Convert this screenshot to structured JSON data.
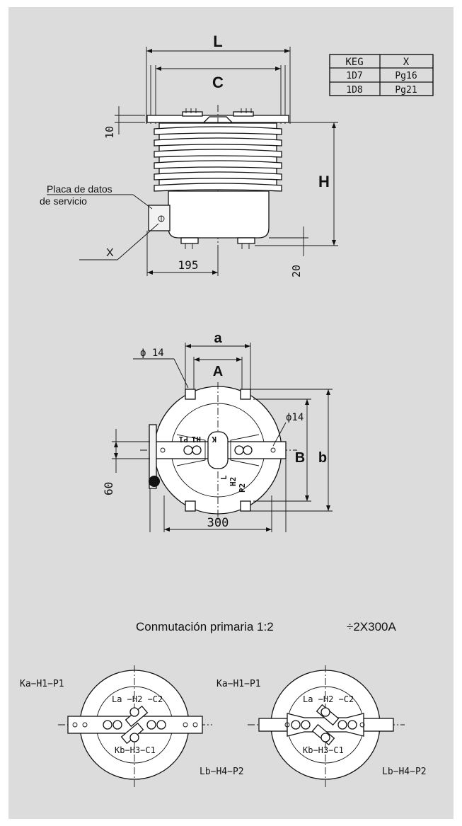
{
  "views": {
    "side": {
      "dim_L": "L",
      "dim_C": "C",
      "dim_H": "H",
      "dim_10": "10",
      "dim_20": "20",
      "dim_195": "195",
      "nameplate_label_line1": "Placa de datos",
      "nameplate_label_line2": "de servicio",
      "x_label": "X"
    },
    "top": {
      "dim_a": "a",
      "dim_A": "A",
      "dim_B": "B",
      "dim_b": "b",
      "dia_left": "ϕ 14",
      "dia_right": "ϕ14",
      "dim_60": "60",
      "dim_300": "300",
      "terminal_top_1": "P1",
      "terminal_top_2": "H1",
      "terminal_top_3": "K",
      "terminal_bot_1": "L",
      "terminal_bot_2": "H2",
      "terminal_bot_3": "P2"
    },
    "switching": {
      "title": "Conmutación primaria  1:2",
      "rating": "÷2X300A",
      "left_ka": "Ka−H1−P1",
      "left_la": "La −H2 −C2",
      "left_kb": "Kb−H3−C1",
      "left_lb": "Lb−H4−P2",
      "right_ka": "Ka−H1−P1",
      "right_la": "La −H2 −C2",
      "right_kb": "Kb−H3−C1",
      "right_lb": "Lb−H4−P2"
    }
  },
  "table": {
    "headers": [
      "KEG",
      "X"
    ],
    "rows": [
      [
        "1D7",
        "Pg16"
      ],
      [
        "1D8",
        "Pg21"
      ]
    ]
  }
}
